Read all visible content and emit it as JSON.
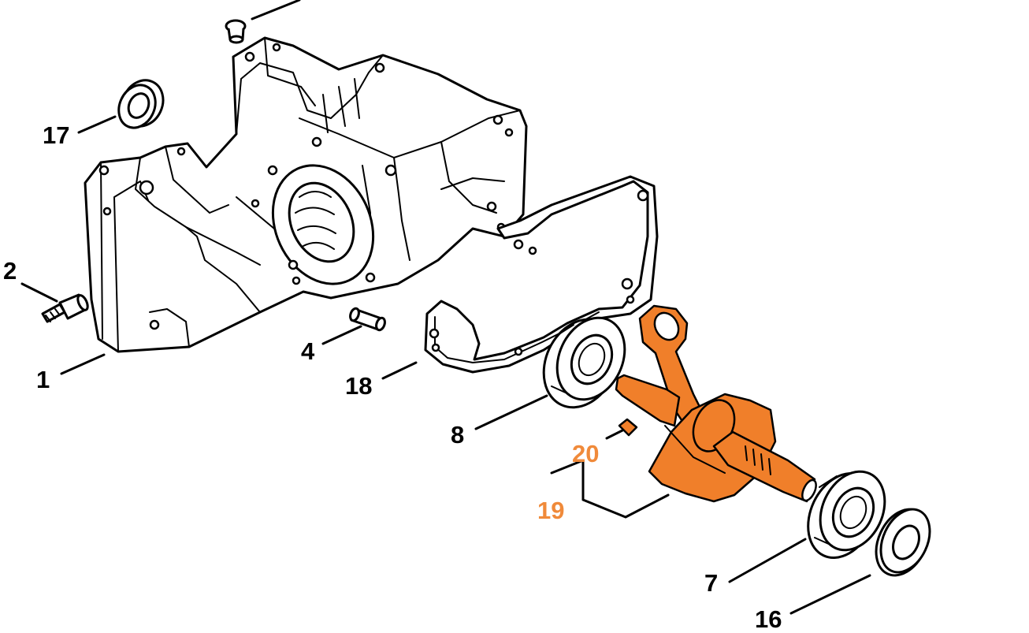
{
  "colors": {
    "outline": "#000000",
    "background": "#ffffff",
    "highlight": "#f07f2a",
    "highlight_label": "#f08a3a"
  },
  "callouts": {
    "c1": "1",
    "c2": "2",
    "c4": "4",
    "c7": "7",
    "c8": "8",
    "c16": "16",
    "c17": "17",
    "c18": "18",
    "c19": "19",
    "c20": "20"
  },
  "highlighted_parts": [
    "19",
    "20"
  ]
}
